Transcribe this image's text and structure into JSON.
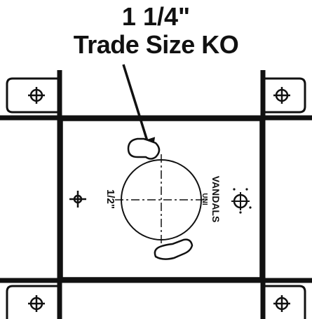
{
  "callout": {
    "line1": "1 1/4\"",
    "line2": "Trade Size KO"
  },
  "box_labels": {
    "left_stamp": "1/2\"",
    "right_stamp_small": "UNI",
    "right_stamp_large": "VANDALS"
  },
  "colors": {
    "ink": "#111111",
    "background": "#ffffff"
  }
}
